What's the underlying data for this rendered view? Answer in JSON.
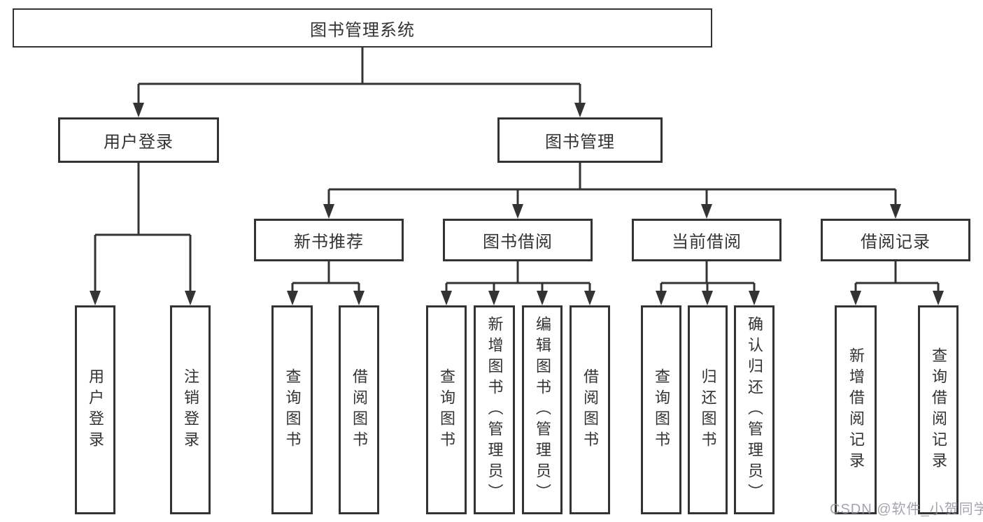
{
  "diagram": {
    "type": "tree",
    "root": {
      "label": "图书管理系统",
      "children": [
        {
          "label": "用户登录",
          "children": [
            {
              "label": "用户登录"
            },
            {
              "label": "注销登录"
            }
          ]
        },
        {
          "label": "图书管理",
          "children": [
            {
              "label": "新书推荐",
              "children": [
                {
                  "label": "查询图书"
                },
                {
                  "label": "借阅图书"
                }
              ]
            },
            {
              "label": "图书借阅",
              "children": [
                {
                  "label": "查询图书"
                },
                {
                  "label": "新增图书（管理员）"
                },
                {
                  "label": "编辑图书（管理员）"
                },
                {
                  "label": "借阅图书"
                }
              ]
            },
            {
              "label": "当前借阅",
              "children": [
                {
                  "label": "查询图书"
                },
                {
                  "label": "归还图书"
                },
                {
                  "label": "确认归还（管理员）"
                }
              ]
            },
            {
              "label": "借阅记录",
              "children": [
                {
                  "label": "新增借阅记录"
                },
                {
                  "label": "查询借阅记录"
                }
              ]
            }
          ]
        }
      ]
    }
  },
  "watermark": {
    "text": "CSDN @软件_小贺同学"
  },
  "colors": {
    "line": "#333333",
    "box_border": "#333333",
    "text": "#333333",
    "watermark_text": "#94949e",
    "background": "#ffffff"
  }
}
